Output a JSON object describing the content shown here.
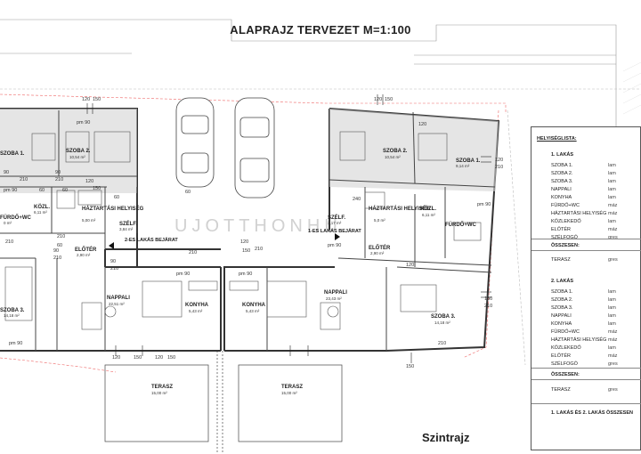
{
  "title": "ALAPRAJZ TERVEZET M=1:100",
  "subtitle": "Szintrajz",
  "watermark": "UJOTTHONHU",
  "rooms": {
    "l_szoba1": {
      "name": "SZOBA 1."
    },
    "l_szoba2": {
      "name": "SZOBA 2.",
      "area": "10,54 m²"
    },
    "l_kozl": {
      "name": "KÖZL.",
      "area": "6,11 m²"
    },
    "l_furdo": {
      "name": "FÜRDŐ+WC",
      "area": "0 m²"
    },
    "l_haztart": {
      "name": "HÁZTARTÁSI HELYISÉG",
      "area": "5,00 m²"
    },
    "l_szelf": {
      "name": "SZÉLF.",
      "area": "3,84 m²"
    },
    "l_eloter": {
      "name": "ELŐTÉR",
      "area": "2,90 m²"
    },
    "l_szoba3": {
      "name": "SZOBA 3.",
      "area": "14,18 m²"
    },
    "l_nappali": {
      "name": "NAPPALI",
      "area": "22,51 m²"
    },
    "l_konyha": {
      "name": "KONYHA",
      "area": "5,43 m²"
    },
    "l_terasz": {
      "name": "TERASZ",
      "area": "15,00 m²"
    },
    "r_szoba2": {
      "name": "SZOBA 2.",
      "area": "10,54 m²"
    },
    "r_szoba1": {
      "name": "SZOBA 1.",
      "area": "9,14 m²"
    },
    "r_szelf": {
      "name": "SZÉLF.",
      "area": "3,17 m²"
    },
    "r_haztart": {
      "name": "HÁZTARTÁSI HELYISÉG",
      "area": "5,0 m²"
    },
    "r_kozl": {
      "name": "KÖZL.",
      "area": "6,11 m²"
    },
    "r_furdo": {
      "name": "FÜRDŐ+WC"
    },
    "r_eloter": {
      "name": "ELŐTÉR",
      "area": "2,90 m²"
    },
    "r_szoba3": {
      "name": "SZOBA 3.",
      "area": "14,18 m²"
    },
    "r_nappali": {
      "name": "NAPPALI",
      "area": "23,43 m²"
    },
    "r_konyha": {
      "name": "KONYHA",
      "area": "5,43 m²"
    },
    "r_terasz": {
      "name": "TERASZ",
      "area": "15,00 m²"
    }
  },
  "entrances": {
    "left": "2-ES LAKÁS BEJÁRAT",
    "right": "1-ES LAKÁS BEJÁRAT"
  },
  "dims": [
    "120",
    "150",
    "pm 90",
    "90",
    "210",
    "60",
    "120",
    "150",
    "pm 90",
    "90",
    "210",
    "60",
    "60",
    "210",
    "60",
    "210",
    "90",
    "210",
    "90",
    "210",
    "pm 90",
    "pm 90",
    "120",
    "150",
    "120",
    "150",
    "210",
    "60",
    "210",
    "120",
    "150",
    "120",
    "150",
    "120",
    "210",
    "pm 90",
    "120",
    "150",
    "210",
    "240",
    "pm 90",
    "pm 90",
    "210",
    "120",
    "150"
  ],
  "legend": {
    "title": "HELYISÉGLISTA:",
    "apt1_title": "1. LAKÁS",
    "apt1_items": [
      {
        "name": "SZOBA 1.",
        "value": "lam"
      },
      {
        "name": "SZOBA 2.",
        "value": "lam"
      },
      {
        "name": "SZOBA 3.",
        "value": "lam"
      },
      {
        "name": "NAPPALI",
        "value": "lam"
      },
      {
        "name": "KONYHA",
        "value": "lam"
      },
      {
        "name": "FÜRDŐ+WC",
        "value": "máz"
      },
      {
        "name": "HÁZTARTÁSI HELYISÉG",
        "value": "máz"
      },
      {
        "name": "KÖZLEKEDŐ",
        "value": "lam"
      },
      {
        "name": "ELŐTÉR",
        "value": "máz"
      },
      {
        "name": "SZÉLFOGÓ",
        "value": "gres"
      }
    ],
    "sum1_label": "ÖSSZESEN:",
    "terasz1": {
      "name": "TERASZ",
      "value": "gres"
    },
    "apt2_title": "2. LAKÁS",
    "apt2_items": [
      {
        "name": "SZOBA 1.",
        "value": "lam"
      },
      {
        "name": "SZOBA 2.",
        "value": "lam"
      },
      {
        "name": "SZOBA 3.",
        "value": "lam"
      },
      {
        "name": "NAPPALI",
        "value": "lam"
      },
      {
        "name": "KONYHA",
        "value": "lam"
      },
      {
        "name": "FÜRDŐ+WC",
        "value": "máz"
      },
      {
        "name": "HÁZTARTÁSI HELYISÉG",
        "value": "máz"
      },
      {
        "name": "KÖZLEKEDŐ",
        "value": "lam"
      },
      {
        "name": "ELŐTÉR",
        "value": "máz"
      },
      {
        "name": "SZÉLFOGÓ",
        "value": "gres"
      }
    ],
    "sum2_label": "ÖSSZESEN:",
    "terasz2": {
      "name": "TERASZ",
      "value": "gres"
    },
    "total_label": "1. LAKÁS ÉS 2. LAKÁS ÖSSZESEN"
  }
}
